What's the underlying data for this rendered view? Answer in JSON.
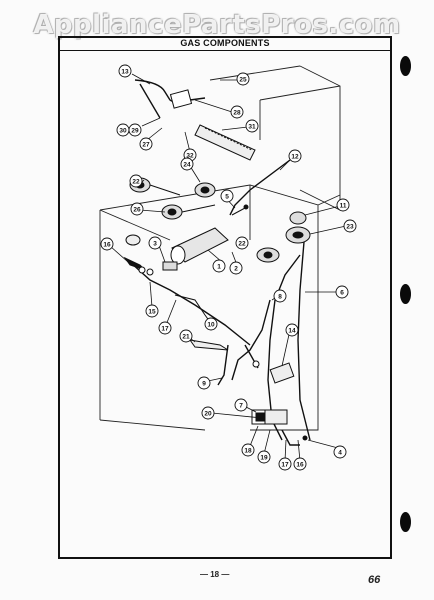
{
  "watermark": "AppliancePartsPros.com",
  "title": "GAS COMPONENTS",
  "page_number": "— 18 —",
  "corner_mark": "66",
  "part_labels": [
    {
      "id": "p13",
      "text": "13"
    },
    {
      "id": "p25",
      "text": "25"
    },
    {
      "id": "p28",
      "text": "28"
    },
    {
      "id": "p30",
      "text": "30"
    },
    {
      "id": "p29",
      "text": "29"
    },
    {
      "id": "p27",
      "text": "27"
    },
    {
      "id": "p32",
      "text": "32"
    },
    {
      "id": "p31",
      "text": "31"
    },
    {
      "id": "p12",
      "text": "12"
    },
    {
      "id": "p24",
      "text": "24"
    },
    {
      "id": "p22a",
      "text": "22"
    },
    {
      "id": "p5",
      "text": "5"
    },
    {
      "id": "p11",
      "text": "11"
    },
    {
      "id": "p26",
      "text": "26"
    },
    {
      "id": "p23",
      "text": "23"
    },
    {
      "id": "p22b",
      "text": "22"
    },
    {
      "id": "p3",
      "text": "3"
    },
    {
      "id": "p1",
      "text": "1"
    },
    {
      "id": "p2",
      "text": "2"
    },
    {
      "id": "p16a",
      "text": "16"
    },
    {
      "id": "p6",
      "text": "6"
    },
    {
      "id": "p8",
      "text": "8"
    },
    {
      "id": "p15",
      "text": "15"
    },
    {
      "id": "p17a",
      "text": "17"
    },
    {
      "id": "p10",
      "text": "10"
    },
    {
      "id": "p21",
      "text": "21"
    },
    {
      "id": "p14",
      "text": "14"
    },
    {
      "id": "p9",
      "text": "9"
    },
    {
      "id": "p7",
      "text": "7"
    },
    {
      "id": "p20",
      "text": "20"
    },
    {
      "id": "p18",
      "text": "18"
    },
    {
      "id": "p19",
      "text": "19"
    },
    {
      "id": "p17b",
      "text": "17"
    },
    {
      "id": "p16b",
      "text": "16"
    },
    {
      "id": "p4",
      "text": "4"
    }
  ]
}
